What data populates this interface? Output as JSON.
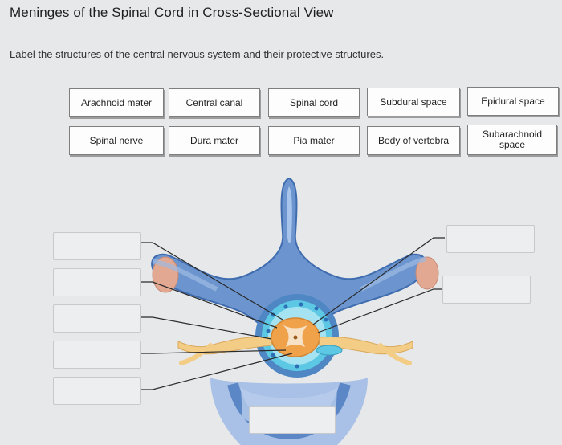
{
  "header": {
    "title": "Meninges of the Spinal Cord in Cross-Sectional View",
    "instructions": "Label the structures of the central nervous system and their protective structures."
  },
  "label_bank": {
    "row1": [
      "Arachnoid mater",
      "Central canal",
      "Spinal cord",
      "Subdural space",
      "Epidural space"
    ],
    "row2": [
      "Spinal nerve",
      "Dura mater",
      "Pia mater",
      "Body of vertebra",
      "Subarachnoid space"
    ]
  },
  "drop_targets": {
    "left_count": 5,
    "right_count": 2,
    "bottom_count": 1
  },
  "colors": {
    "bone_blue": "#5b87c6",
    "bone_light": "#9ebbe3",
    "dura_cyan": "#5cc8e4",
    "spinal_cord_orange": "#f0a24a",
    "spinal_nerve_yellow": "#f3cc86",
    "ligament_peach": "#e2a892"
  }
}
